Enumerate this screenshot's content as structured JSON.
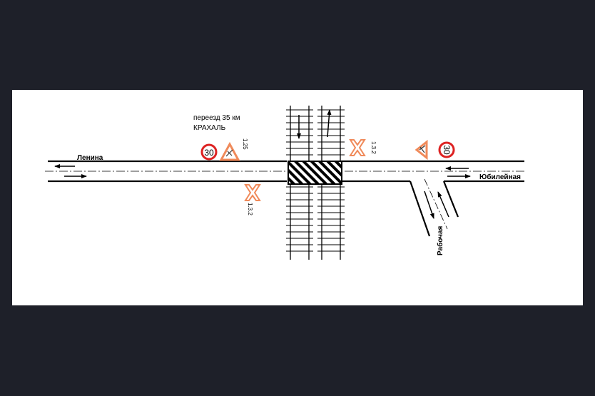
{
  "diagram": {
    "crossing_caption_line1": "переезд 35 км",
    "crossing_caption_line2": "КРАХАЛЬ",
    "streets": {
      "west": "Ленина",
      "east": "Юбилейная",
      "south": "Рабочая"
    },
    "speed_limit": "30",
    "marking_labels": {
      "near_left_sign": "1.25",
      "near_right_sign": "1.3.2",
      "below_left": "1.3.2"
    },
    "colors": {
      "sign_red": "#dd2222",
      "sign_orange": "#f08a5a",
      "background": "#ffffff",
      "line": "#000000"
    },
    "icons": [
      "speed-limit-sign-icon",
      "warning-triangle-icon",
      "saint-andrew-cross-icon"
    ]
  }
}
